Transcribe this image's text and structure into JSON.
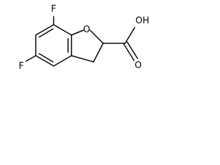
{
  "structure": {
    "atoms": {
      "f_top": "F",
      "f_left": "F",
      "o_ring": "O",
      "oh": "OH",
      "o_carbonyl": "O"
    }
  }
}
